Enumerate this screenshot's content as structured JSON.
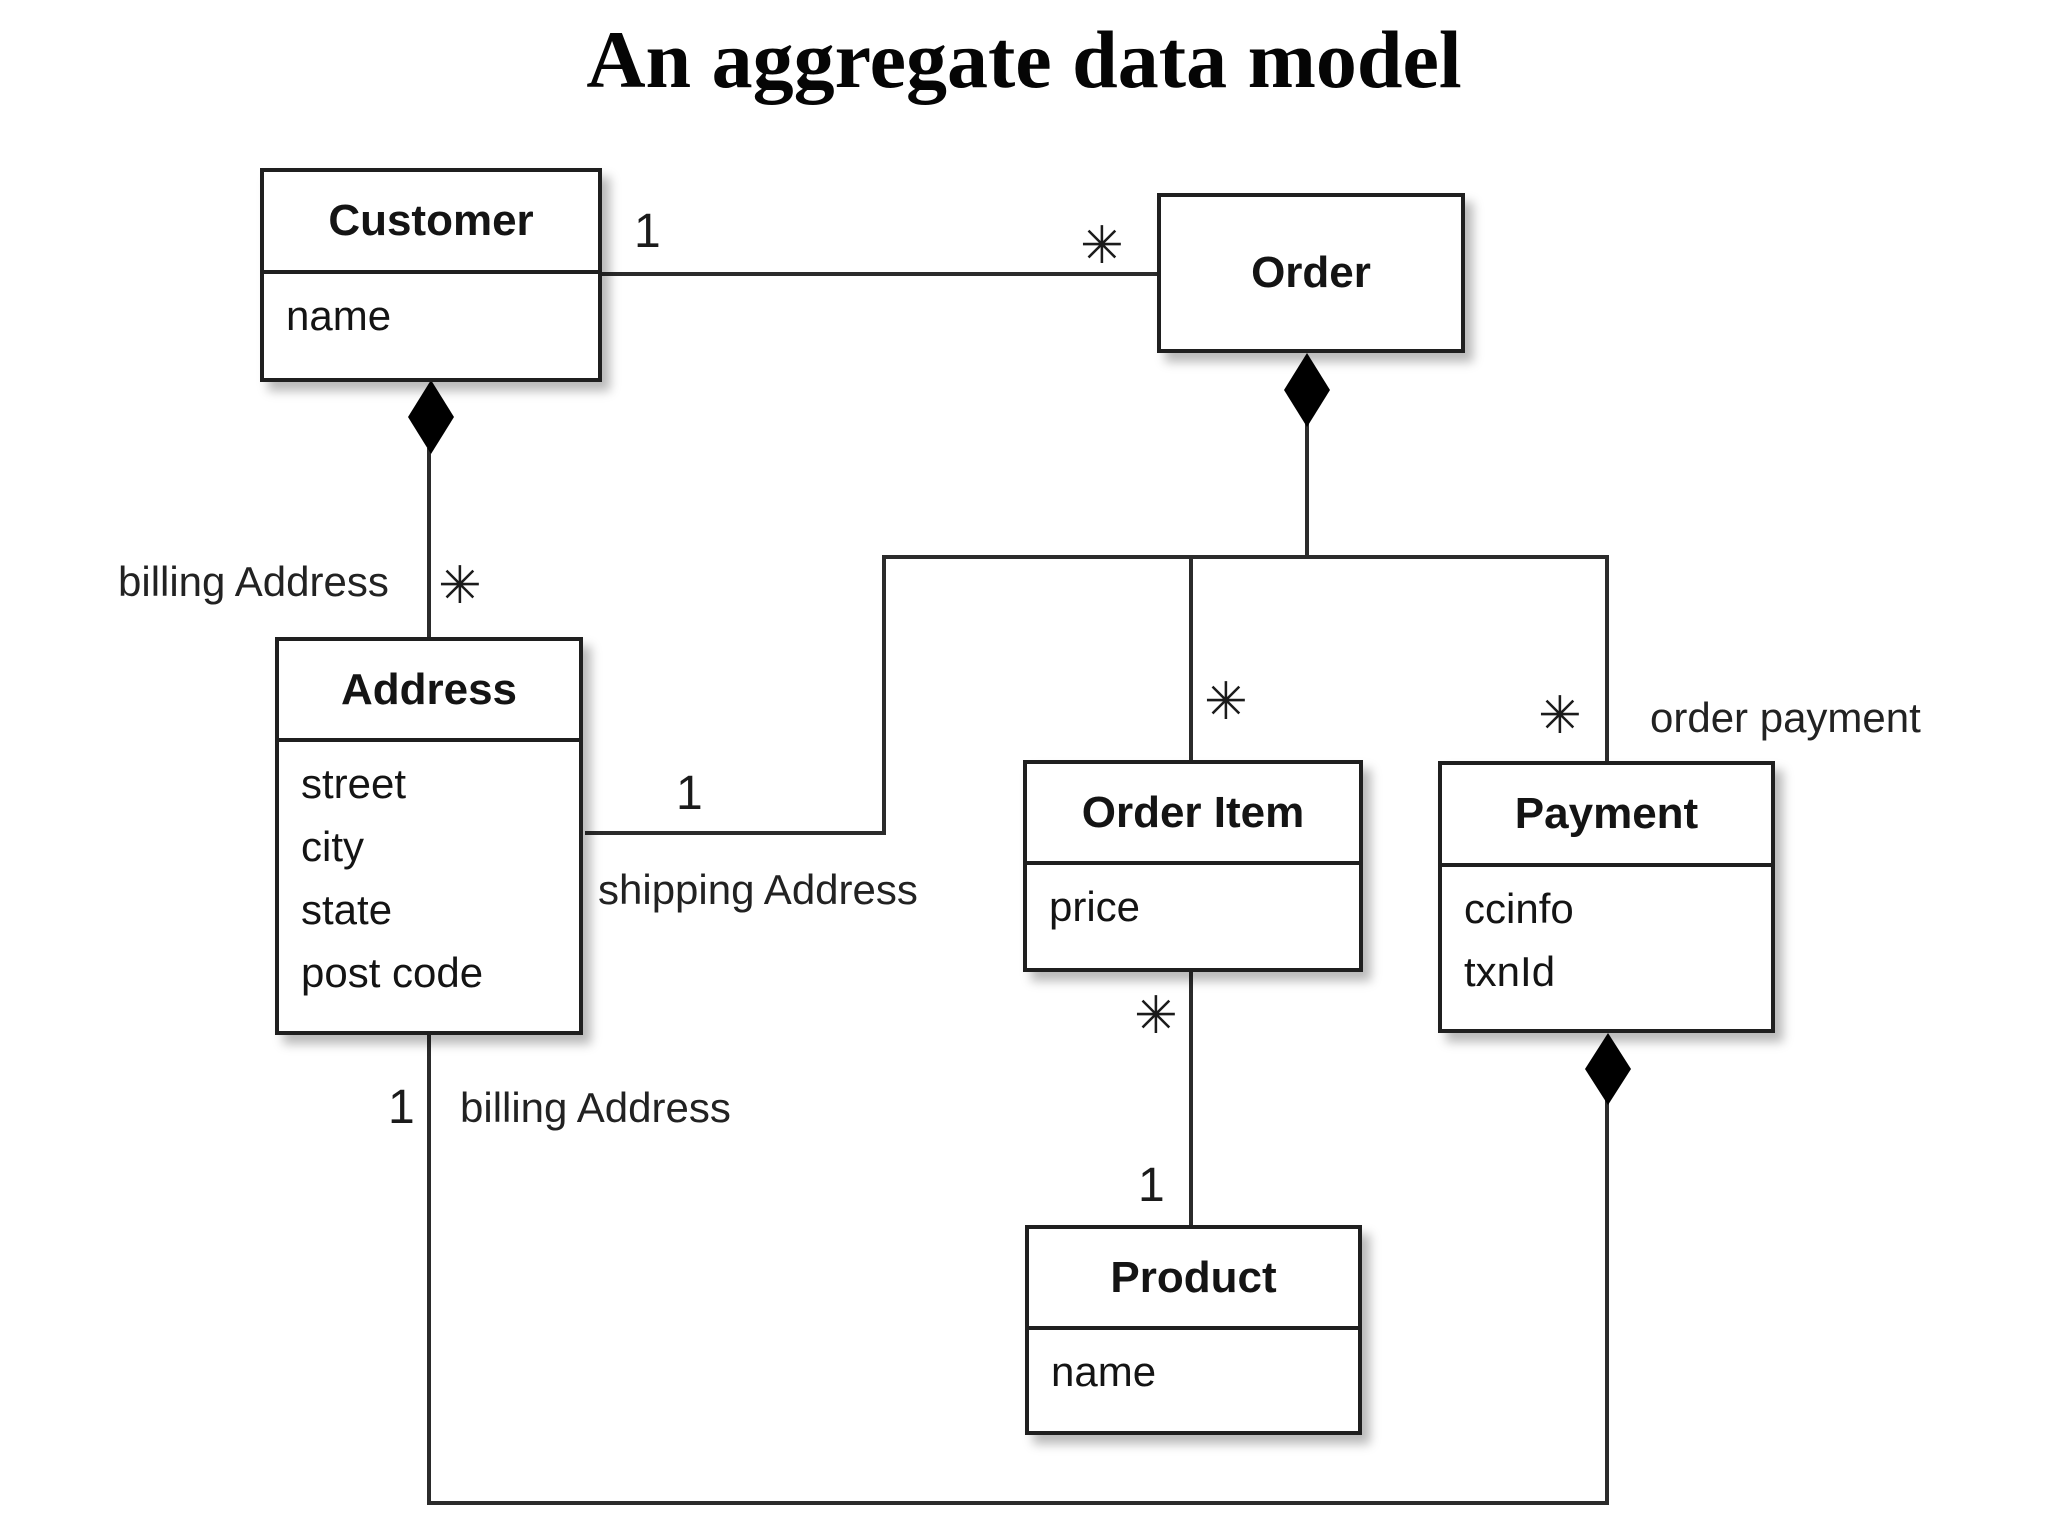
{
  "title": "An aggregate data model",
  "classes": {
    "customer": {
      "name": "Customer",
      "attributes": [
        "name"
      ]
    },
    "order": {
      "name": "Order",
      "attributes": []
    },
    "address": {
      "name": "Address",
      "attributes": [
        "street",
        "city",
        "state",
        "post code"
      ]
    },
    "order_item": {
      "name": "Order Item",
      "attributes": [
        "price"
      ]
    },
    "payment": {
      "name": "Payment",
      "attributes": [
        "ccinfo",
        "txnId"
      ]
    },
    "product": {
      "name": "Product",
      "attributes": [
        "name"
      ]
    }
  },
  "relations": {
    "customer_order": {
      "from_mult": "1",
      "to_mult": "✳"
    },
    "customer_billing_address": {
      "label": "billing Address",
      "to_mult": "✳"
    },
    "order_shipping_address": {
      "label": "shipping Address",
      "to_mult": "1"
    },
    "order_order_item": {
      "to_mult": "✳"
    },
    "order_payment": {
      "label": "order payment",
      "to_mult": "✳"
    },
    "order_item_product": {
      "from_mult": "✳",
      "to_mult": "1"
    },
    "payment_billing_address": {
      "label": "billing Address",
      "to_mult": "1"
    }
  },
  "colors": {
    "background": "#ffffff",
    "line": "#2b2b2b",
    "box_border": "#1f1f1f",
    "box_fill": "#ffffff",
    "text": "#141414"
  }
}
